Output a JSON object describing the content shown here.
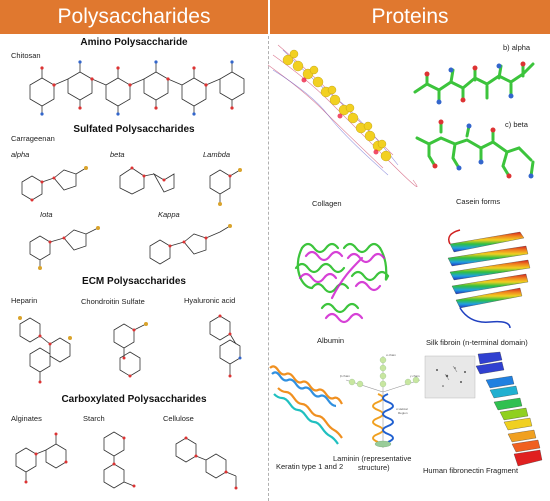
{
  "left_header": "Polysaccharides",
  "right_header": "Proteins",
  "sections": {
    "amino": "Amino Polysaccharide",
    "sulfated": "Sulfated Polysaccharides",
    "ecm": "ECM Polysaccharides",
    "carboxylated": "Carboxylated Polysaccharides"
  },
  "labels": {
    "chitosan": "Chitosan",
    "carrageenan": "Carrageenan",
    "alpha": "alpha",
    "beta": "beta",
    "lambda": "Lambda",
    "iota": "Iota",
    "kappa": "Kappa",
    "heparin": "Heparin",
    "chondroitin": "Chondroitin Sulfate",
    "hyaluronic": "Hyaluronic acid",
    "alginates": "Alginates",
    "starch": "Starch",
    "cellulose": "Cellulose"
  },
  "proteins": {
    "b_alpha": "b) alpha",
    "c_beta": "c) beta",
    "collagen": "Collagen",
    "casein": "Casein forms",
    "albumin": "Albumin",
    "silk": "Silk fibroin (n-terminal domain)",
    "keratin": "Keratin type 1 and 2",
    "laminin_line1": "Laminin (representative",
    "laminin_line2": "structure)",
    "fibronectin": "Human fibronectin Fragment"
  },
  "colors": {
    "header_bg": "#e0782f",
    "oxygen": "#d33333",
    "nitrogen": "#3366cc",
    "sulfur": "#d9a32c",
    "carbon_green": "#3cc43c"
  }
}
